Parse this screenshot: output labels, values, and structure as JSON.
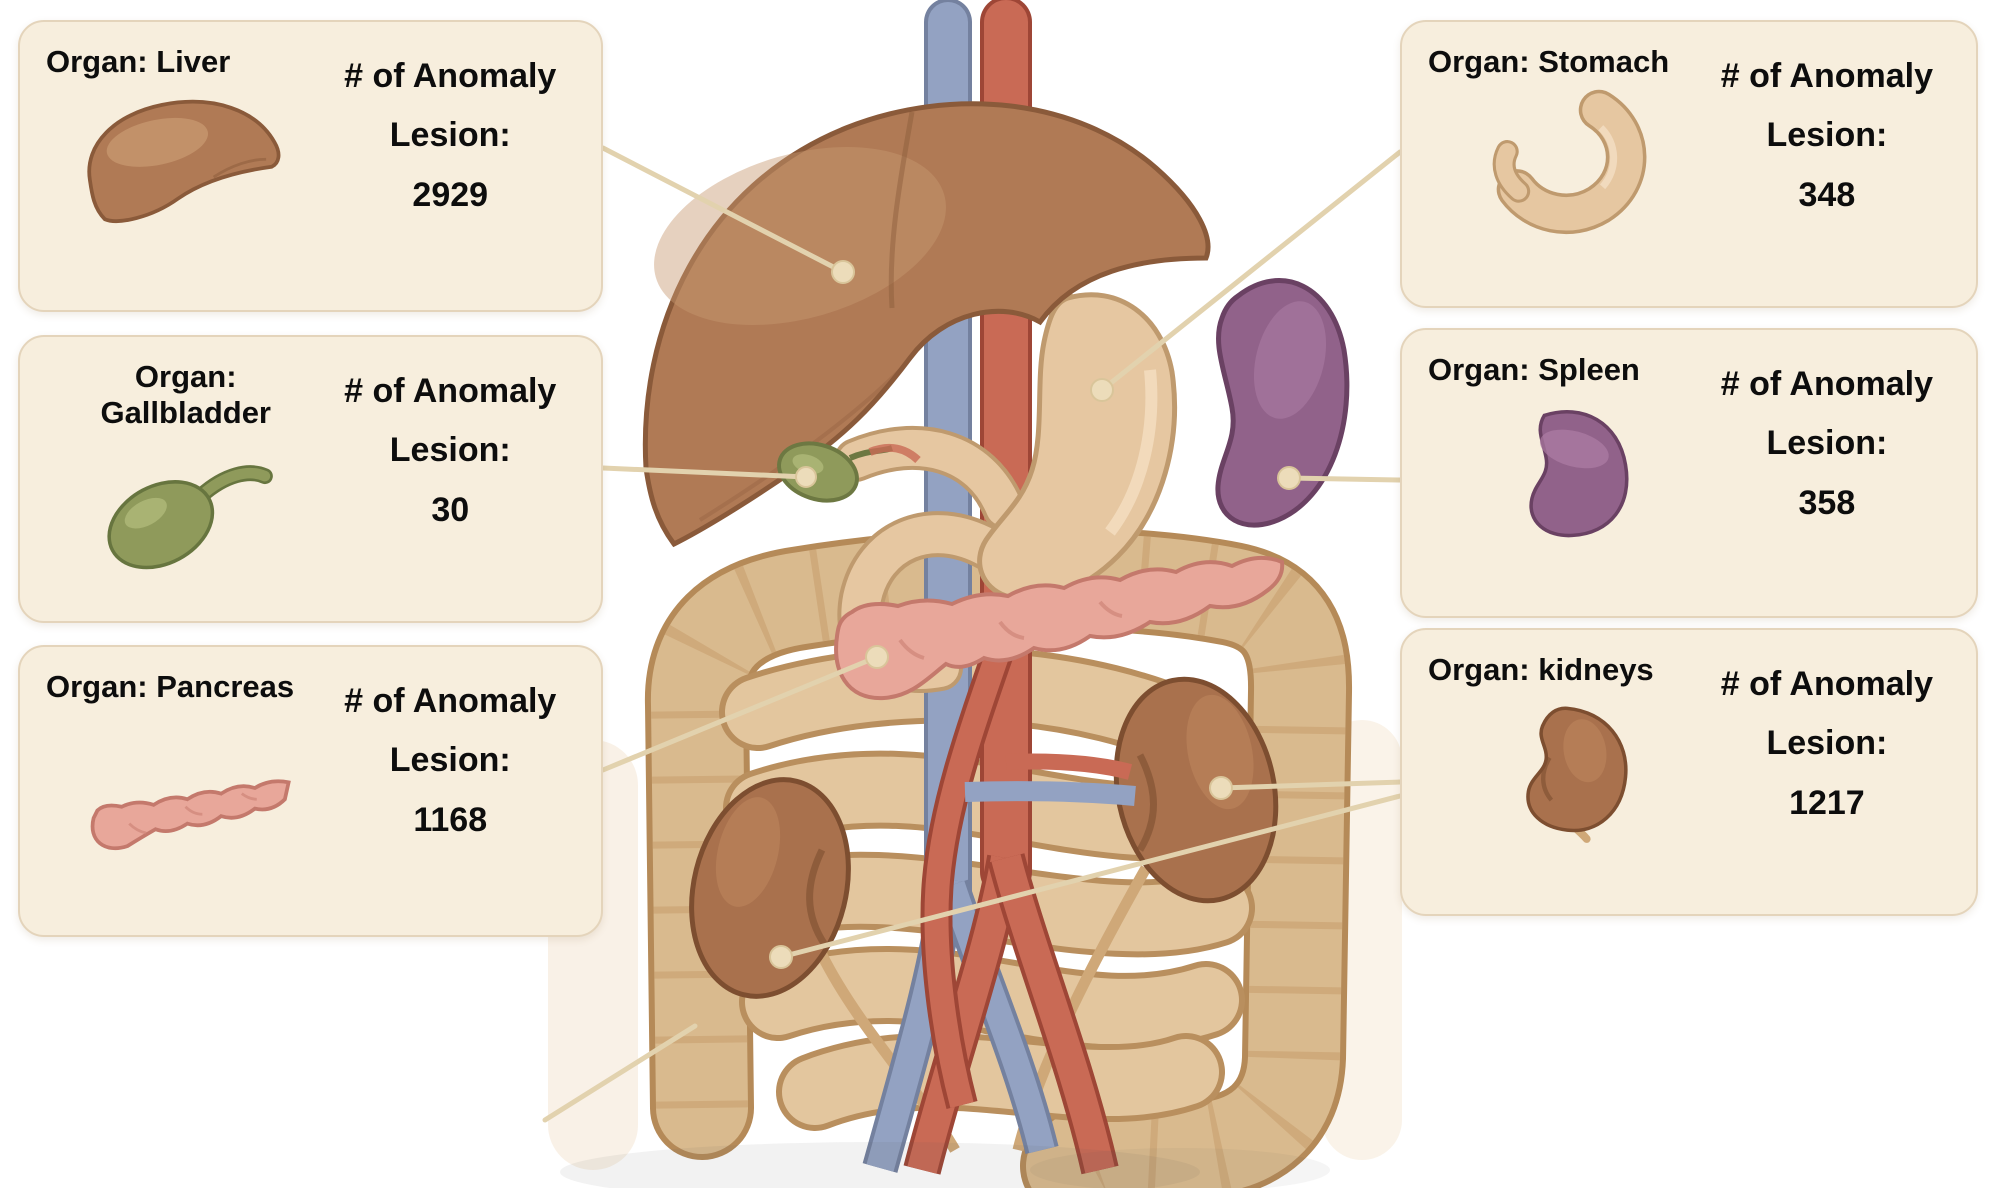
{
  "labels": {
    "anomaly": "# of Anomaly",
    "lesion": "Lesion:"
  },
  "callouts": {
    "liver": {
      "organ": "Organ: Liver",
      "count": "2929"
    },
    "gallbladder": {
      "organ": "Organ: Gallbladder",
      "count": "30"
    },
    "pancreas": {
      "organ": "Organ: Pancreas",
      "count": "1168"
    },
    "stomach": {
      "organ": "Organ: Stomach",
      "count": "348"
    },
    "spleen": {
      "organ": "Organ: Spleen",
      "count": "358"
    },
    "kidneys": {
      "organ": "Organ: kidneys",
      "count": "1217"
    }
  },
  "colors": {
    "liver": "#b07a55",
    "gallbladder": "#8f9a5b",
    "pancreas": "#e8a79a",
    "stomach": "#e6c7a1",
    "spleen": "#91628a",
    "kidney": "#a9714d",
    "large_intestine": "#d9ba8e",
    "small_intestine": "#e3c69e",
    "aorta": "#c96a55",
    "vena_cava": "#93a2c2",
    "connector": "#e2d2ae",
    "box_background": "#f7eedd",
    "box_border": "#e4d4bb"
  }
}
